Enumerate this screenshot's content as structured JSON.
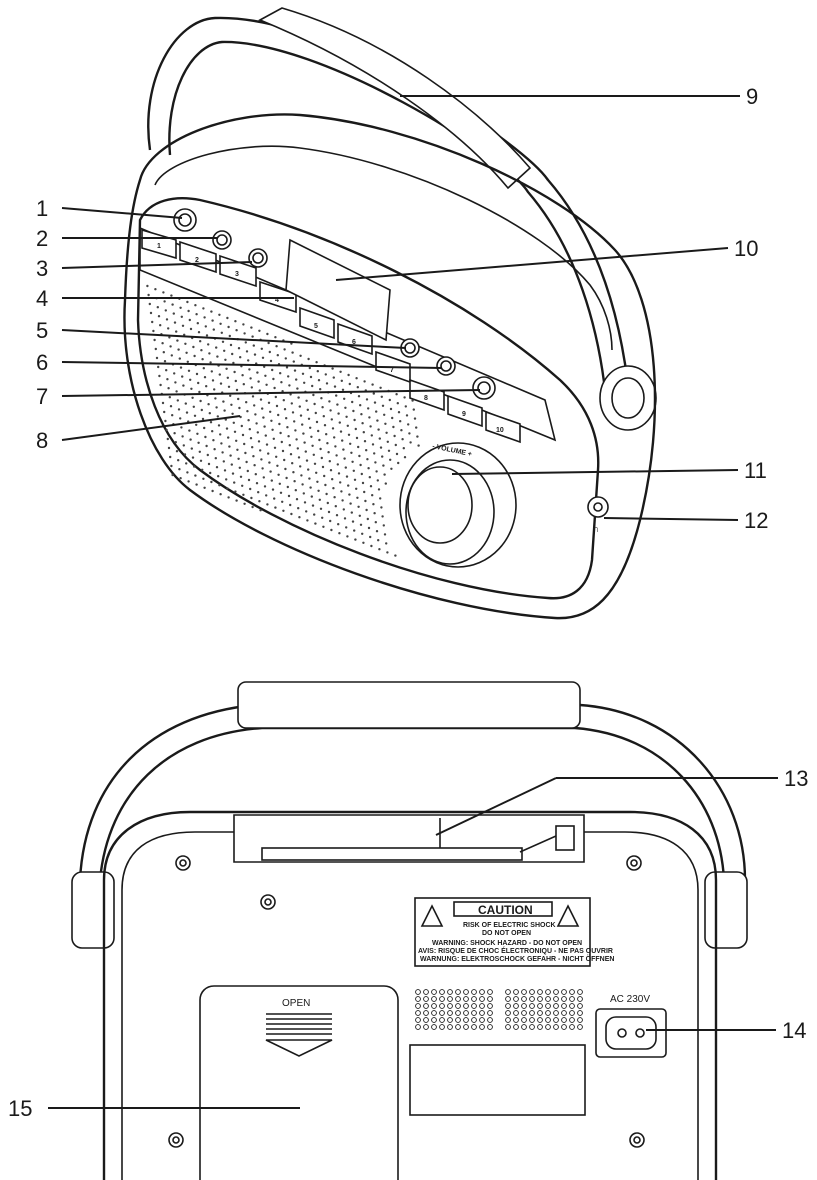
{
  "callouts": {
    "c1": "1",
    "c2": "2",
    "c3": "3",
    "c4": "4",
    "c5": "5",
    "c6": "6",
    "c7": "7",
    "c8": "8",
    "c9": "9",
    "c10": "10",
    "c11": "11",
    "c12": "12",
    "c13": "13",
    "c14": "14",
    "c15": "15"
  },
  "front": {
    "preset_keys": [
      "1",
      "2",
      "3",
      "4",
      "5",
      "6",
      "7",
      "8",
      "9",
      "10"
    ],
    "volume_label": "- VOLUME +"
  },
  "back": {
    "caution_title": "CAUTION",
    "caution_sub1": "RISK OF ELECTRIC SHOCK",
    "caution_sub2": "DO NOT OPEN",
    "warning_en": "WARNING: SHOCK HAZARD - DO NOT OPEN",
    "warning_fr": "AVIS: RISQUE DE CHOC ÉLECTRONIQU - NE PAS OUVRIR",
    "warning_de": "WARNUNG: ELEKTROSCHOCK GEFAHR - NICHT ÖFFNEN",
    "ac_label": "AC  230V",
    "open_label": "OPEN"
  },
  "colors": {
    "line": "#1a1a1a",
    "background": "#ffffff"
  }
}
